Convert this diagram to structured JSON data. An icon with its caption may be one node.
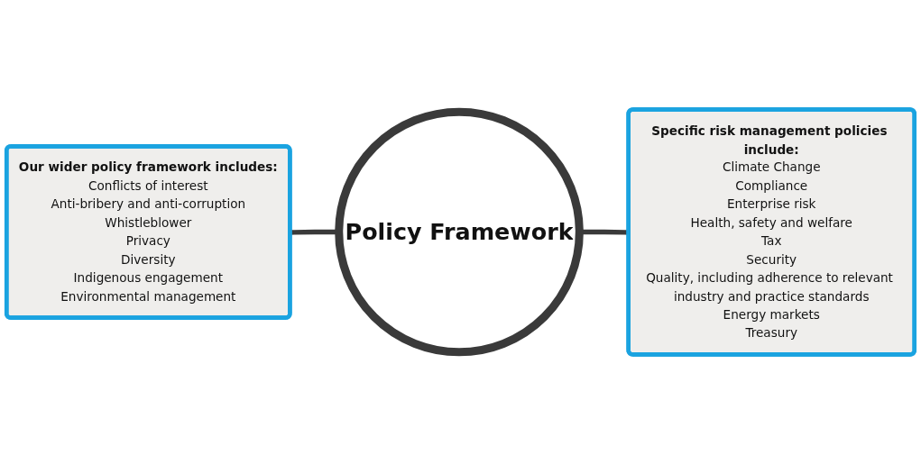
{
  "diagram": {
    "nodes": [
      {
        "text": [
          "Our wider policy framework includes:",
          "Conflicts of interest",
          "Anti-bribery and anti-corruption",
          "Whistleblower",
          "Privacy",
          "Diversity",
          "Indigenous engagement",
          "Environmental management"
        ]
      },
      {
        "text": [
          "Policy Framework"
        ]
      },
      {
        "text": [
          "Specific risk management policies include:",
          "Climate Change",
          "Compliance",
          "Enterprise risk",
          "Health, safety and welfare",
          "Tax",
          "Security",
          "Quality, including adherence to relevant industry and practice standards",
          "Energy markets",
          "Treasury"
        ]
      }
    ],
    "edges": [
      {
        "from": 0,
        "to": 1,
        "arrow": "none"
      },
      {
        "from": 1,
        "to": 2,
        "arrow": "none"
      }
    ]
  }
}
